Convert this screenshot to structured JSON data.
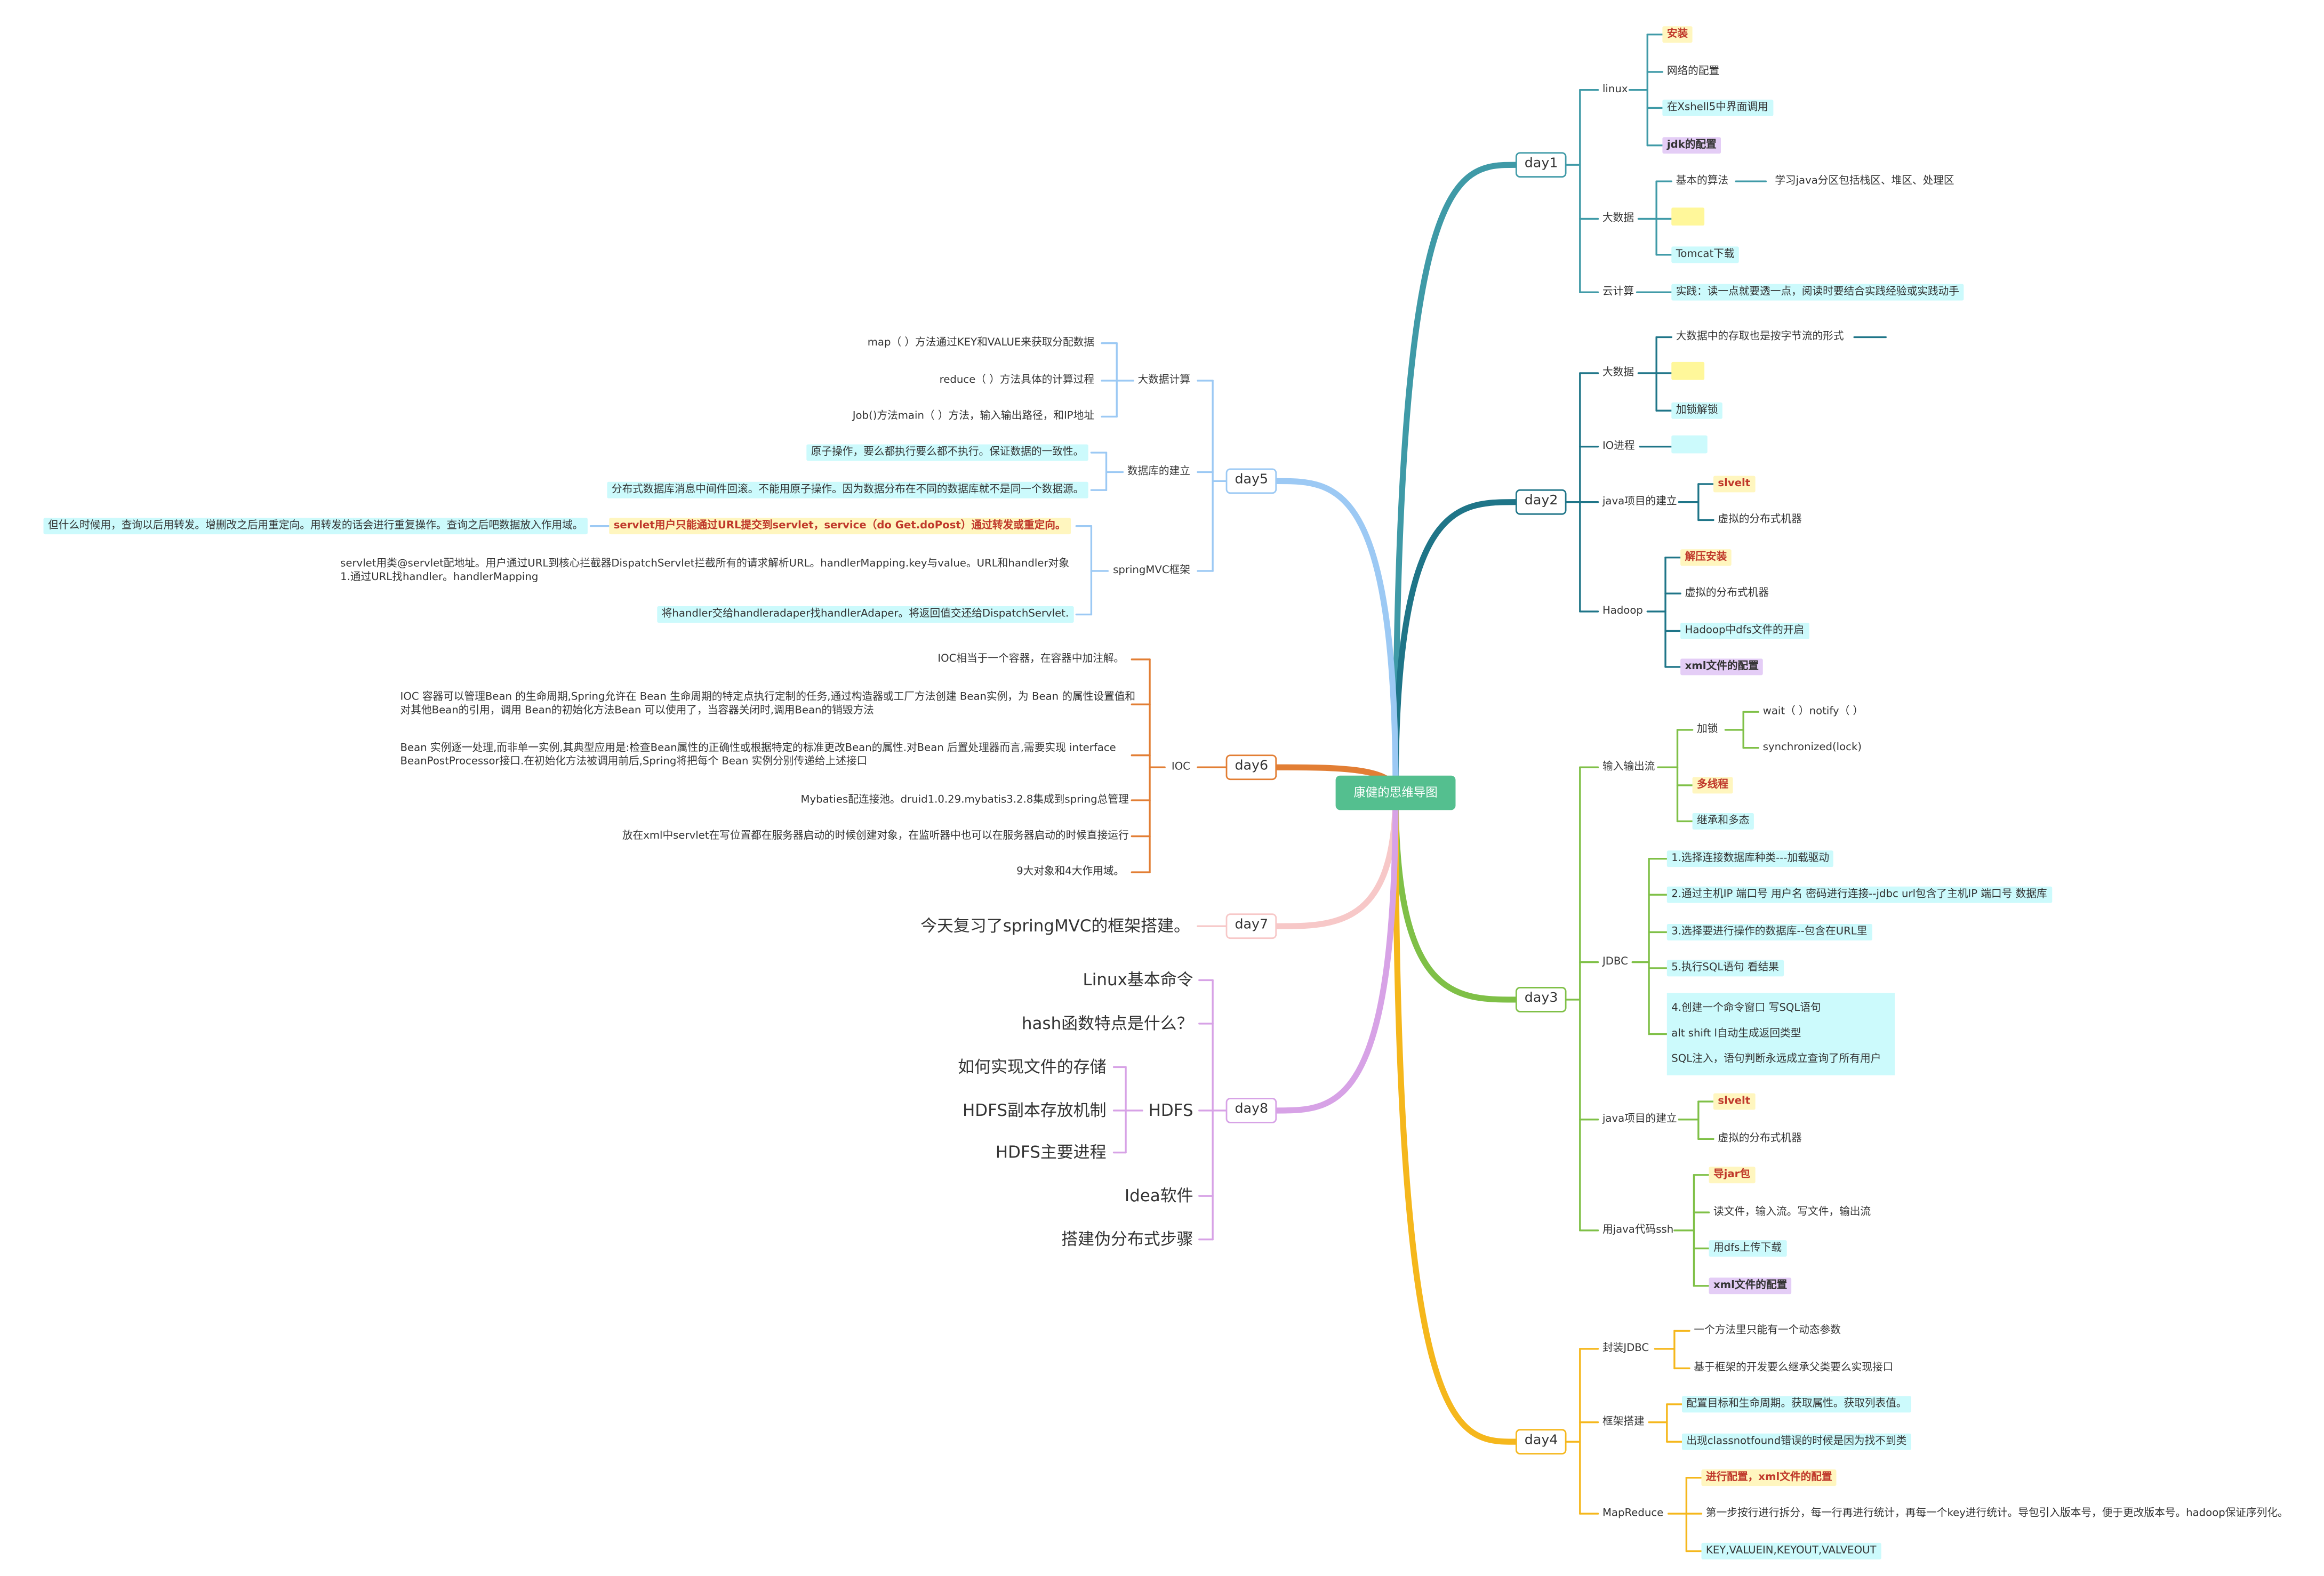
{
  "root": "康健的思维导图",
  "colors": {
    "day1": "#3f9aa7",
    "day2": "#1f7588",
    "day3": "#7fc047",
    "day4": "#f5b71c",
    "day5": "#9cc9f4",
    "day6": "#e27e34",
    "day7": "#f7c8c8",
    "day8": "#d7a2e6",
    "root_bg": "#54bf8f"
  },
  "day1": {
    "label": "day1",
    "linux": "linux",
    "install": "安装",
    "netconf": "网络的配置",
    "xshell": "在Xshell5中界面调用",
    "jdk": "jdk的配置",
    "bigdata": "大数据",
    "algo": "基本的算法",
    "algo_child": "学习java分区包括栈区、堆区、处理区",
    "tomcat": "Tomcat下载",
    "cloud": "云计算",
    "practice": "实践：读一点就要透一点，阅读时要结合实践经验或实践动手"
  },
  "day2": {
    "label": "day2",
    "bigdata": "大数据",
    "storage": "大数据中的存取也是按字节流的形式",
    "lock": "加锁解锁",
    "io": "IO进程",
    "java_build": "java项目的建立",
    "servlet": "slvelt",
    "vm": "虚拟的分布式机器",
    "hadoop": "Hadoop",
    "unzip": "解压安装",
    "vm2": "虚拟的分布式机器",
    "hdfs": "Hadoop中dfs文件的开启",
    "xml": "xml文件的配置"
  },
  "day3": {
    "label": "day3",
    "io": "输入输出流",
    "lock": "加锁",
    "wait": "wait（ ）notify（ ）",
    "sync": "synchronized(lock)",
    "thread": "多线程",
    "inherit": "继承和多态",
    "jdbc": "JDBC",
    "jdbc1": "1.选择连接数据库种类---加载驱动",
    "jdbc2": "2.通过主机IP 端口号 用户名 密码进行连接--jdbc url包含了主机IP 端口号 数据库",
    "jdbc3": "3.选择要进行操作的数据库--包含在URL里",
    "jdbc5": "5.执行SQL语句 看结果",
    "jdbc4": "4.创建一个命令窗口 写SQL语句",
    "jdbc_alt": "alt shift l自动生成返回类型",
    "jdbc_sql": "SQL注入，语句判断永远成立查询了所有用户",
    "java_build": "java项目的建立",
    "servlet": "slvelt",
    "vm": "虚拟的分布式机器",
    "ssh": "用java代码ssh",
    "jar": "导jar包",
    "rw": "读文件，输入流。写文件，输出流",
    "dfs": "用dfs上传下载",
    "xml": "xml文件的配置"
  },
  "day4": {
    "label": "day4",
    "jdbc": "封装JDBC",
    "param": "一个方法里只能有一个动态参数",
    "framework_dev": "基于框架的开发要么继承父类要么实现接口",
    "frame": "框架搭建",
    "config": "配置目标和生命周期。获取属性。获取列表值。",
    "cnf": "出现classnotfound错误的时候是因为找不到类",
    "mr": "MapReduce",
    "mr_cfg": "进行配置，xml文件的配置",
    "mr_step": "第一步按行进行拆分，每一行再进行统计，再每一个key进行统计。导包引入版本号，便于更改版本号。hadoop保证序列化。",
    "mr_kv": "KEY,VALUEIN,KEYOUT,VALVEOUT"
  },
  "day5": {
    "label": "day5",
    "bigcalc": "大数据计算",
    "map": "map（ ）方法通过KEY和VALUE来获取分配数据",
    "reduce": "reduce（ ）方法具体的计算过程",
    "job": "Job()方法main（ ）方法，输入输出路径，和IP地址",
    "db": "数据库的建立",
    "atomic": "原子操作，要么都执行要么都不执行。保证数据的一致性。",
    "dist": "分布式数据库消息中间件回滚。不能用原子操作。因为数据分布在不同的数据库就不是同一个数据源。",
    "mvc": "springMVC框架",
    "servlet_req": "servlet用户只能通过URL提交到servlet，service（do Get.doPost）通过转发或重定向。",
    "redirect": "但什么时候用，查询以后用转发。增删改之后用重定向。用转发的话会进行重复操作。查询之后吧数据放入作用域。",
    "dispatch": "servlet用类@servlet配地址。用户通过URL到核心拦截器DispatchServlet拦截所有的请求解析URL。handlerMapping.key与value。URL和handler对象1.通过URL找handler。handlerMapping",
    "handler": "将handler交给handleradaper找handlerAdaper。将返回值交还给DispatchServlet."
  },
  "day6": {
    "label": "day6",
    "ioc": "IOC",
    "ioc1": "IOC相当于一个容器，在容器中加注解。",
    "ioc2": "IOC 容器可以管理Bean 的生命周期,Spring允许在 Bean 生命周期的特定点执行定制的任务,通过构造器或工厂方法创建 Bean实例，为 Bean 的属性设置值和对其他Bean的引用，调用 Bean的初始化方法Bean 可以使用了，当容器关闭时,调用Bean的销毁方法",
    "ioc3": "Bean 实例逐一处理,而非单一实例,其典型应用是:检查Bean属性的正确性或根据特定的标准更改Bean的属性.对Bean 后置处理器而言,需要实现 interface BeanPostProcessor接口.在初始化方法被调用前后,Spring将把每个 Bean 实例分别传递给上述接口",
    "ioc4": "Mybaties配连接池。druid1.0.29.mybatis3.2.8集成到spring总管理",
    "ioc5": "放在xml中servlet在写位置都在服务器启动的时候创建对象，在监听器中也可以在服务器启动的时候直接运行",
    "ioc6": "9大对象和4大作用域。"
  },
  "day7": {
    "label": "day7",
    "review": "今天复习了springMVC的框架搭建。"
  },
  "day8": {
    "label": "day8",
    "linux": "Linux基本命令",
    "hash": "hash函数特点是什么？",
    "hdfs": "HDFS",
    "store": "如何实现文件的存储",
    "replica": "HDFS副本存放机制",
    "process": "HDFS主要进程",
    "idea": "Idea软件",
    "pseudo": "搭建伪分布式步骤"
  }
}
